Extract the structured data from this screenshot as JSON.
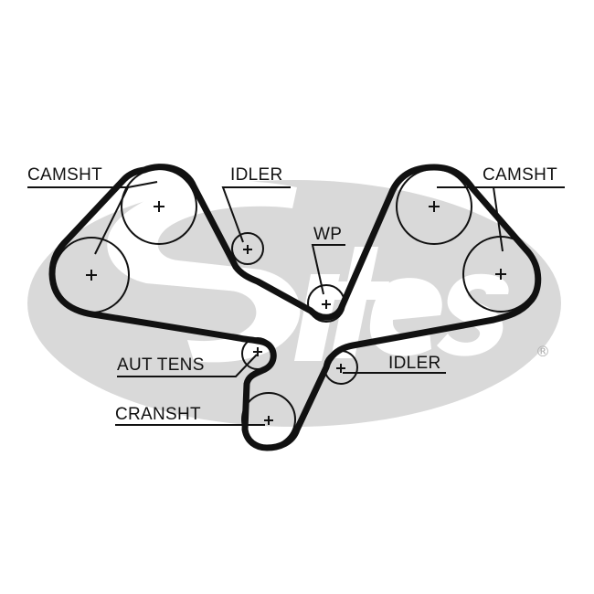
{
  "labels": {
    "camshaft_left": "CAMSHT",
    "camshaft_right": "CAMSHT",
    "idler_top": "IDLER",
    "water_pump": "WP",
    "auto_tensioner": "AUT TENS",
    "idler_bottom": "IDLER",
    "crankshaft": "CRANSHT"
  },
  "watermark": {
    "text": "Gates",
    "registered_mark": "®"
  },
  "colors": {
    "ink": "#111111",
    "watermark": "#d9d9d9",
    "background": "#ffffff"
  }
}
